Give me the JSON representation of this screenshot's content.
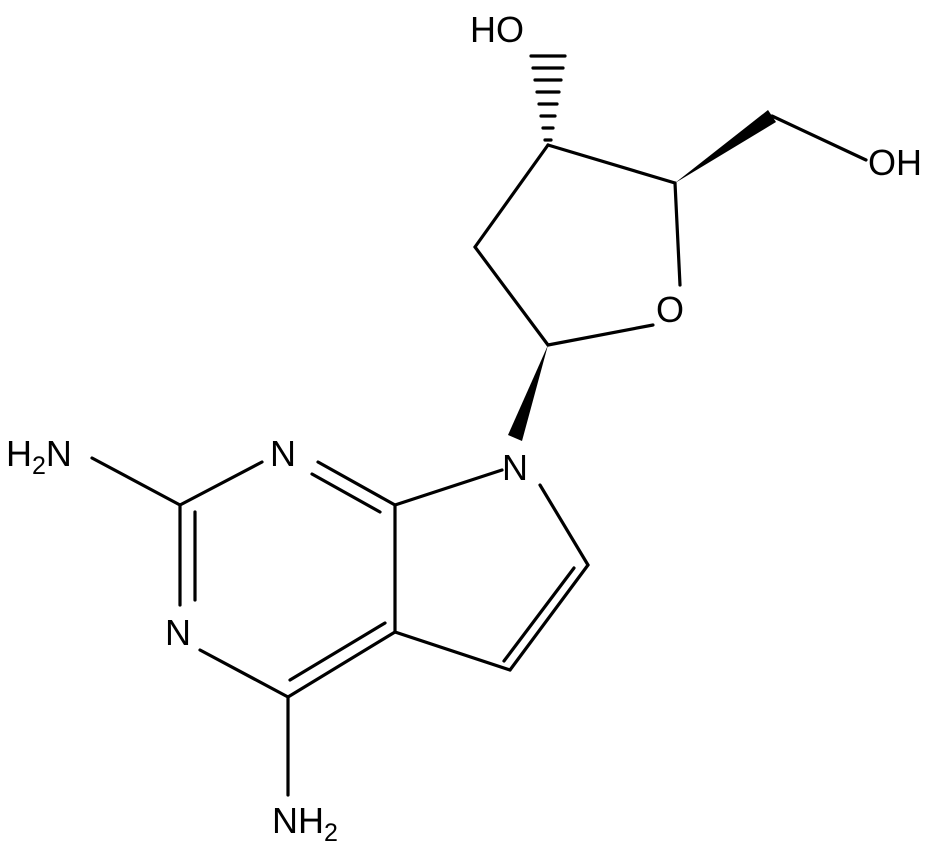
{
  "labels": {
    "ho_top": "HO",
    "oh_right": "OH",
    "ring_o": "O",
    "n9": "N",
    "n3": "N",
    "n1": "N",
    "nh2_left_main": "H",
    "nh2_left_n": "N",
    "nh2_bottom": "NH",
    "sub2": "2"
  },
  "colors": {
    "ink": "#000000",
    "background": "#ffffff"
  }
}
